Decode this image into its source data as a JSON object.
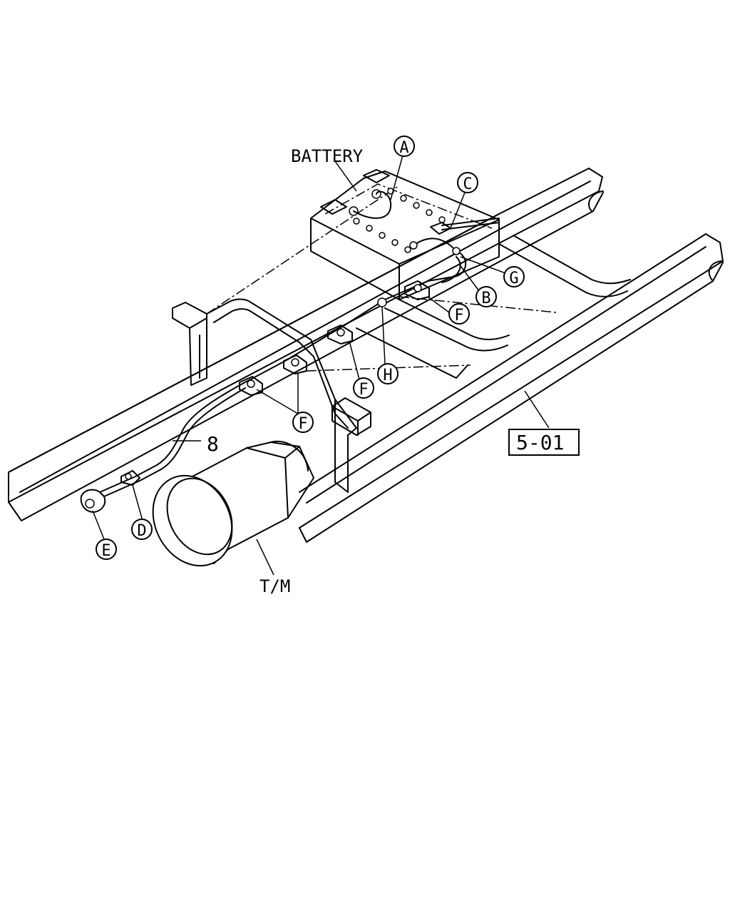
{
  "labels": {
    "battery": "BATTERY",
    "tm": "T/M",
    "part_number": "8",
    "ref_box": "5-01"
  },
  "callouts": {
    "a": "A",
    "b": "B",
    "c": "C",
    "d": "D",
    "e": "E",
    "f": "F",
    "g": "G",
    "h": "H"
  }
}
